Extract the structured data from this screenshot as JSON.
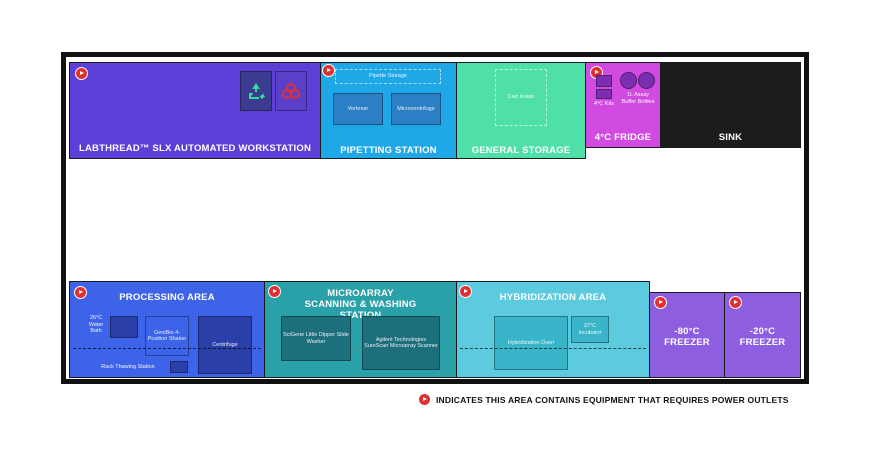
{
  "zones": {
    "labthread": {
      "title": "LABTHREAD™ SLX AUTOMATED WORKSTATION",
      "color": "#5b3fd6"
    },
    "pipetting": {
      "title": "PIPETTING STATION",
      "color": "#1ea8e8",
      "storage_label": "Pipette Storage",
      "vortexer_label": "Vortexer",
      "microcentrifuge_label": "Microcentrifuge"
    },
    "general_storage": {
      "title": "GENERAL STORAGE",
      "color": "#4fe0a8",
      "cart_label": "Cart Inside"
    },
    "fridge": {
      "title": "4°C FRIDGE",
      "color": "#d24be0",
      "kits_label": "4°C Kits",
      "buffer_label": "1L Assay Buffer Bottles"
    },
    "sink": {
      "title": "SINK",
      "color": "#1c1c1c"
    },
    "processing": {
      "title": "PROCESSING AREA",
      "color": "#3d63e8",
      "water_bath_label": "26°C Water Bath",
      "shaker_label": "GeniBio 4-Position Shaker",
      "centrifuge_label": "Centrifuge",
      "rack_label": "Rack Thawing Station"
    },
    "microarray": {
      "title": "MICROARRAY SCANNING & WASHING STATION",
      "color": "#2aa0a8",
      "washer_label": "SciGene Little Dipper Slide Washer",
      "scanner_label": "Agilent Technologies SureScan Microarray Scanner"
    },
    "hybridization": {
      "title": "HYBRIDIZATION AREA",
      "color": "#5ccbe0",
      "oven_label": "Hybridization Oven",
      "incubator_label": "37°C Incubator"
    },
    "freezer80": {
      "title": "-80°C FREEZER",
      "color": "#8e5ee0"
    },
    "freezer20": {
      "title": "-20°C FREEZER",
      "color": "#8e5ee0"
    }
  },
  "legend": {
    "text": "INDICATES THIS AREA CONTAINS EQUIPMENT THAT REQUIRES POWER OUTLETS",
    "icon": "power-outlet-icon",
    "color": "#e03131"
  }
}
